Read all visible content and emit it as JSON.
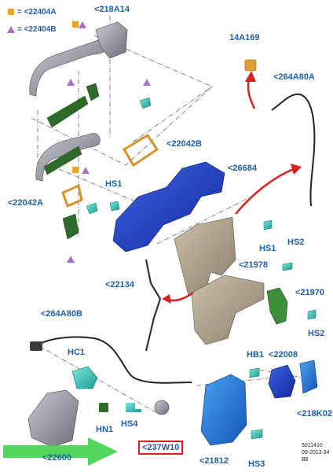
{
  "legend": {
    "square_label": "= <22404A",
    "triangle_label": "= <22404B",
    "square_color": "#f2a10f",
    "triangle_color": "#a870c9"
  },
  "labels": {
    "p218A14": "<218A14",
    "p14A169": "14A169",
    "p264A80A": "<264A80A",
    "p22042B": "<22042B",
    "p26684": "<26684",
    "p22042A": "<22042A",
    "pHS1_a": "HS1",
    "pHS1_b": "HS1",
    "pHS2_a": "HS2",
    "pHS2_b": "HS2",
    "p21978": "<21978",
    "p21970": "<21970",
    "p22134": "<22134",
    "p264A80B": "<264A80B",
    "pHC1": "HC1",
    "pHB1": "HB1",
    "p22008": "<22008",
    "p218K02": "<218K02",
    "pHN1": "HN1",
    "pHS4": "HS4",
    "p237W10": "<237W10",
    "p21812": "<21812",
    "pHS3": "HS3",
    "p22600": "<22600"
  },
  "reference": {
    "number": "5011410",
    "date": "09-2013 34",
    "sheet": "B8"
  },
  "colors": {
    "blue_part": "#1f44c8",
    "green_part": "#2e6b2a",
    "teal_part": "#2ec4b6",
    "tan_part": "#a89a86",
    "grey_part": "#8e8f9a",
    "orange_part": "#d9912a",
    "highlight_arrow": "#3fd24a",
    "motion_arrow": "#d8211c",
    "label_text": "#1b5fae"
  }
}
